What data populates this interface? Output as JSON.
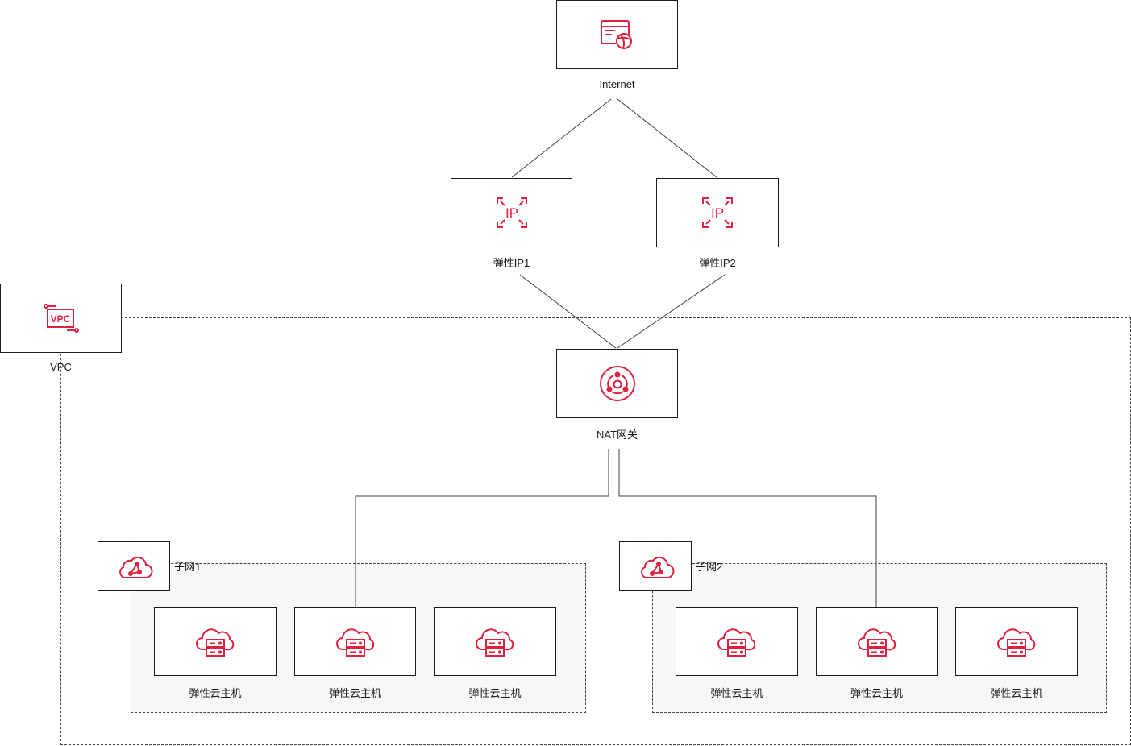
{
  "colors": {
    "accent": "#e0203d",
    "line": "#404040",
    "border": "#1a1a1a",
    "subnet_fill": "#f7f7f7"
  },
  "internet": {
    "label": "Internet",
    "icon": "web-browser-icon"
  },
  "eip1": {
    "label": "弹性IP1",
    "icon": "ip-icon",
    "icon_text": "IP"
  },
  "eip2": {
    "label": "弹性IP2",
    "icon": "ip-icon",
    "icon_text": "IP"
  },
  "vpc": {
    "label": "VPC",
    "icon": "vpc-icon",
    "icon_text": "VPC"
  },
  "nat": {
    "label": "NAT网关",
    "icon": "nat-gateway-icon"
  },
  "subnet1": {
    "label": "子网1",
    "icon": "subnet-cloud-icon",
    "ecs": [
      {
        "label": "弹性云主机"
      },
      {
        "label": "弹性云主机"
      },
      {
        "label": "弹性云主机"
      }
    ]
  },
  "subnet2": {
    "label": "子网2",
    "icon": "subnet-cloud-icon",
    "ecs": [
      {
        "label": "弹性云主机"
      },
      {
        "label": "弹性云主机"
      },
      {
        "label": "弹性云主机"
      }
    ]
  }
}
